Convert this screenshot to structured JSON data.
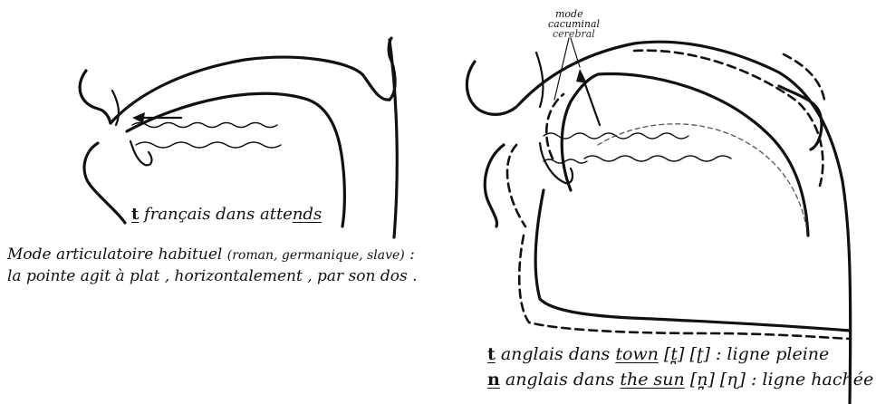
{
  "left_diagram": {
    "caption": {
      "symbol": "t",
      "text": " français dans atte",
      "underlined": "nds"
    },
    "description_line1": {
      "main": "Mode articulatoire habituel ",
      "paren": "(roman, germanique, slave)",
      "end": " :"
    },
    "description_line2": "la pointe agit à plat , horizontalement , par son dos ."
  },
  "right_diagram": {
    "mode_label_1": "mode",
    "mode_label_2": "cacuminal",
    "mode_label_3": "cerebral",
    "legend_line1": {
      "symbol": "t",
      "pre": " anglais dans ",
      "word": "town",
      "ipa": " [t̪] [ʈ] ",
      "post": ": ligne pleine"
    },
    "legend_line2": {
      "symbol": "n",
      "pre": " anglais dans ",
      "word": "the sun",
      "ipa": " [n̪] [ɳ] ",
      "post": ": ligne hachée"
    }
  }
}
